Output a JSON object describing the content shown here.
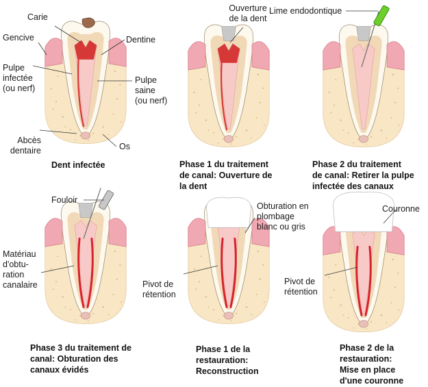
{
  "colors": {
    "gum": "#f0a8b2",
    "gum_dark": "#d47888",
    "bone": "#f8e6c4",
    "bone_speck": "#ddb888",
    "tooth": "#fdf9ee",
    "dentin": "#f1d9b8",
    "pulp_healthy": "#f7cac8",
    "pulp_infected": "#d63838",
    "canal_red": "#d8202a",
    "filling": "#c8c8c8",
    "abscess": "#e8c0b8",
    "tool_green": "#6ccf2a",
    "line": "#333333"
  },
  "labels": {
    "carie": "Carie",
    "dentine": "Dentine",
    "gencive": "Gencive",
    "pulpe_infectee": "Pulpe\ninfectée\n(ou nerf)",
    "pulpe_saine": "Pulpe\nsaine\n(ou nerf)",
    "abces": "Abcès\ndentaire",
    "os": "Os",
    "ouverture": "Ouverture\nde la dent",
    "lime": "Lime endodontique",
    "fouloir": "Fouloir",
    "materiau": "Matériau\nd'obtu-\nration\ncanalaire",
    "obturation": "Obturation en\nplombage\nblanc ou gris",
    "pivot1": "Pivot de\nrétention",
    "pivot2": "Pivot de\nrétention",
    "couronne": "Couronne"
  },
  "captions": {
    "dent_infectee": "Dent infectée",
    "phase1_traitement": "Phase 1 du traitement\nde canal: Ouverture de\nla dent",
    "phase2_traitement": "Phase 2 du traitement\nde canal: Retirer la pulpe\ninfectée des canaux",
    "phase3_traitement": "Phase 3 du traitement de\ncanal: Obturation des\ncanaux évidés",
    "phase1_restauration": "Phase 1 de la\nrestauration:\nReconstruction",
    "phase2_restauration": "Phase 2 de la\nrestauration:\nMise en place\nd'une couronne"
  }
}
